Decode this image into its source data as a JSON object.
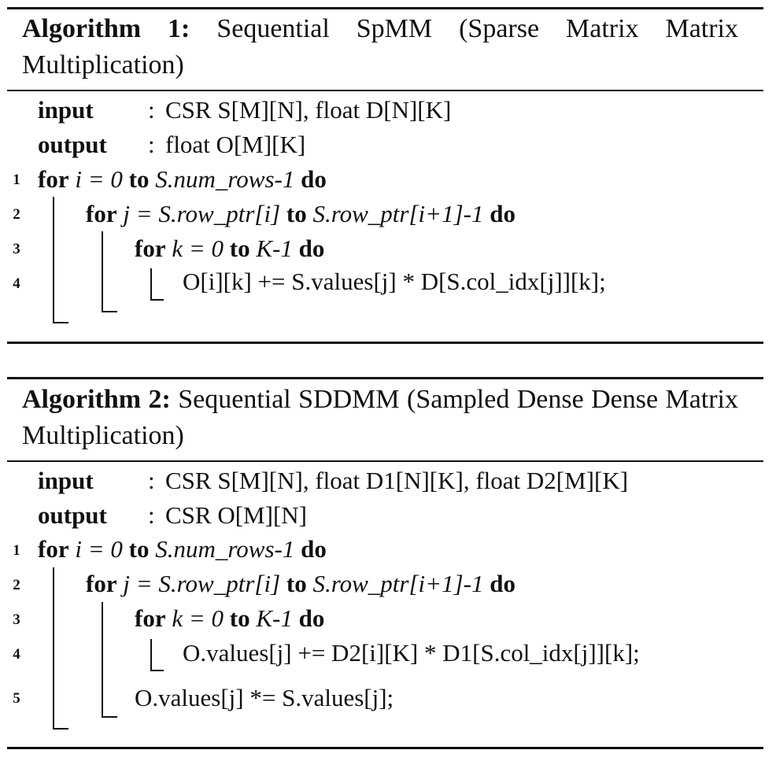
{
  "algo1": {
    "caption_label": "Algorithm 1:",
    "caption_text": "Sequential SpMM (Sparse Matrix Matrix Multiplication)",
    "input_label": "input",
    "input_text": "CSR S[M][N], float D[N][K]",
    "output_label": "output",
    "output_text": "float O[M][K]",
    "lines": [
      {
        "num": "1",
        "kw1": "for",
        "expr1": "i = 0",
        "kw2": "to",
        "expr2": "S.num_rows-1",
        "kw3": "do"
      },
      {
        "num": "2",
        "kw1": "for",
        "expr1": "j = S.row_ptr[i]",
        "kw2": "to",
        "expr2": "S.row_ptr[i+1]-1",
        "kw3": "do"
      },
      {
        "num": "3",
        "kw1": "for",
        "expr1": "k = 0",
        "kw2": "to",
        "expr2": "K-1",
        "kw3": "do"
      },
      {
        "num": "4",
        "stmt": "O[i][k] += S.values[j] * D[S.col_idx[j]][k];"
      }
    ]
  },
  "algo2": {
    "caption_label": "Algorithm 2:",
    "caption_text": "Sequential SDDMM (Sampled Dense Dense Matrix Multiplication)",
    "input_label": "input",
    "input_text": "CSR S[M][N], float D1[N][K], float D2[M][K]",
    "output_label": "output",
    "output_text": "CSR O[M][N]",
    "lines": [
      {
        "num": "1",
        "kw1": "for",
        "expr1": "i = 0",
        "kw2": "to",
        "expr2": "S.num_rows-1",
        "kw3": "do"
      },
      {
        "num": "2",
        "kw1": "for",
        "expr1": "j = S.row_ptr[i]",
        "kw2": "to",
        "expr2": "S.row_ptr[i+1]-1",
        "kw3": "do"
      },
      {
        "num": "3",
        "kw1": "for",
        "expr1": "k = 0",
        "kw2": "to",
        "expr2": "K-1",
        "kw3": "do"
      },
      {
        "num": "4",
        "stmt": "O.values[j] += D2[i][K] * D1[S.col_idx[j]][k];"
      },
      {
        "num": "5",
        "stmt": "O.values[j] *= S.values[j];"
      }
    ]
  },
  "colon": ":"
}
